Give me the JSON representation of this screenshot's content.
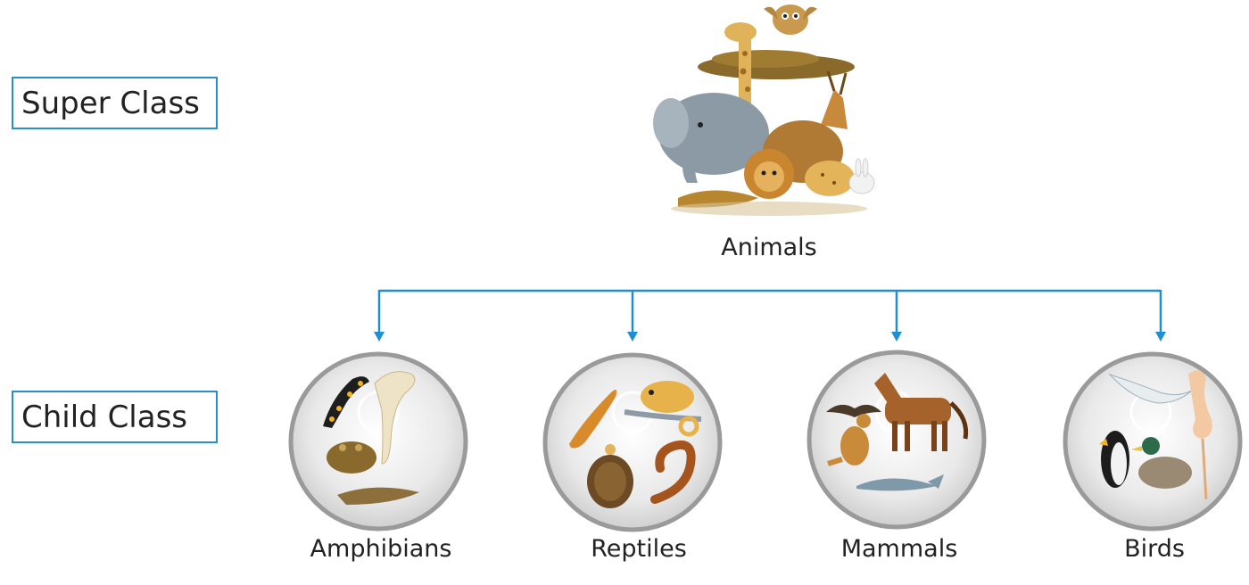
{
  "levels": {
    "super_label": "Super Class",
    "child_label": "Child Class"
  },
  "root": {
    "label": "Animals",
    "icon": "animals-group-icon"
  },
  "children": [
    {
      "label": "Amphibians",
      "icon": "amphibians-icon"
    },
    {
      "label": "Reptiles",
      "icon": "reptiles-icon"
    },
    {
      "label": "Mammals",
      "icon": "mammals-icon"
    },
    {
      "label": "Birds",
      "icon": "birds-icon"
    }
  ],
  "colors": {
    "connector": "#1f8fd1",
    "box_border": "#2b8fc7",
    "circle_ring": "#9a9a9a"
  }
}
